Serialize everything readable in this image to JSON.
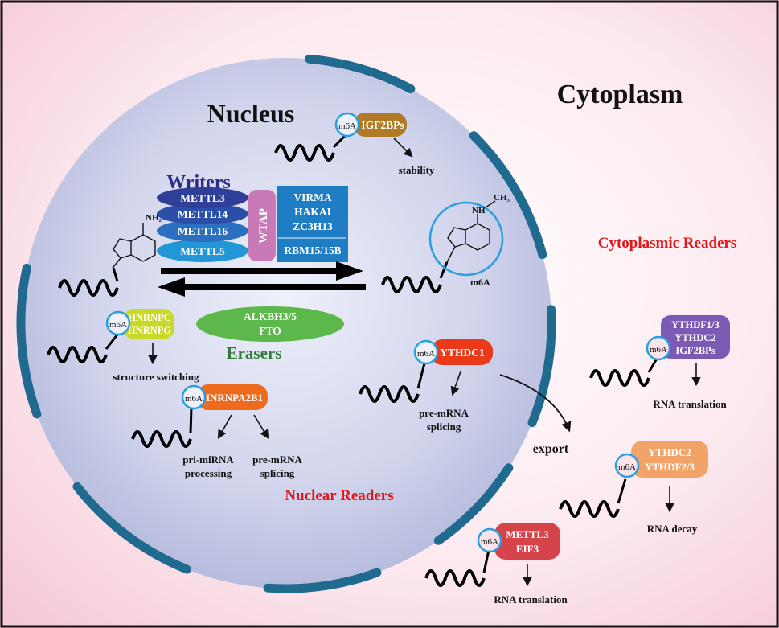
{
  "labels": {
    "nucleus": "Nucleus",
    "cytoplasm": "Cytoplasm",
    "writers": "Writers",
    "erasers": "Erasers",
    "nuclear_readers": "Nuclear Readers",
    "cytoplasmic_readers": "Cytoplasmic Readers",
    "export": "export"
  },
  "writers": {
    "mettl": [
      "METTL3",
      "METTL14",
      "METTL16",
      "METTL5"
    ],
    "wtap": "WTAP",
    "complex": [
      "VIRMA",
      "HAKAI",
      "ZC3H13"
    ],
    "rbm": "RBM15/15B"
  },
  "erasers": [
    "ALKBH3/5",
    "FTO"
  ],
  "mark": "m6A",
  "molecule": {
    "nh2": "NH₂",
    "nh": "NH",
    "ch3": "CH₃"
  },
  "nuclear_readers": {
    "igf2bps": {
      "protein": "IGF2BPs",
      "function": "stability"
    },
    "hnrnpc": {
      "protein": [
        "HNRNPC",
        "HNRNPG"
      ],
      "function": "structure switching"
    },
    "hnrnpa2b1": {
      "protein": "HNRNPA2B1",
      "functions": [
        [
          "pri-miRNA",
          "processing"
        ],
        [
          "pre-mRNA",
          "splicing"
        ]
      ]
    },
    "ythdc1": {
      "protein": "YTHDC1",
      "function": [
        "pre-mRNA",
        "splicing"
      ]
    }
  },
  "cytoplasmic_readers": {
    "ythdf13": {
      "protein": [
        "YTHDF1/3",
        "YTHDC2",
        "IGF2BPs"
      ],
      "function": "RNA translation"
    },
    "ythdc2": {
      "protein": [
        "YTHDC2",
        "YTHDF2/3"
      ],
      "function": "RNA decay"
    },
    "mettl3": {
      "protein": [
        "METTL3",
        "EIF3"
      ],
      "function": "RNA translation"
    }
  },
  "colors": {
    "background": "#fbe3ea",
    "nucleus_fill": "#ccd0e8",
    "membrane": "#1f6a8e",
    "writers_text": "#2e2a8a",
    "erasers_text": "#2f7a3a",
    "readers_text": "#e0161a",
    "m6a_circle": "#2a9fe0"
  }
}
